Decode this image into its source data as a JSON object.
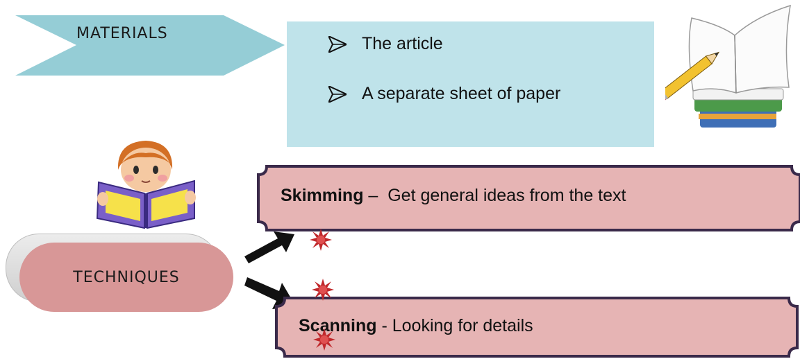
{
  "materials": {
    "label": "MATERIALS",
    "items": [
      "The article",
      "A separate sheet of paper"
    ]
  },
  "techniques": {
    "label": "TECHNIQUES",
    "skimming": {
      "term": "Skimming",
      "separator": " –  ",
      "description": "Get general ideas from the text"
    },
    "scanning": {
      "term": "Scanning",
      "separator": " - ",
      "description": "Looking for details"
    }
  },
  "colors": {
    "banner": "#95cdd6",
    "materials_box": "#bfe3ea",
    "pill": "#d89797",
    "scroll_fill": "#e6b4b4",
    "scroll_border": "#3a2a4a",
    "burst": "#c0282b"
  },
  "icons": [
    "book-pencil-illustration",
    "reading-boy-illustration",
    "arrow-icon",
    "burst-icon"
  ]
}
